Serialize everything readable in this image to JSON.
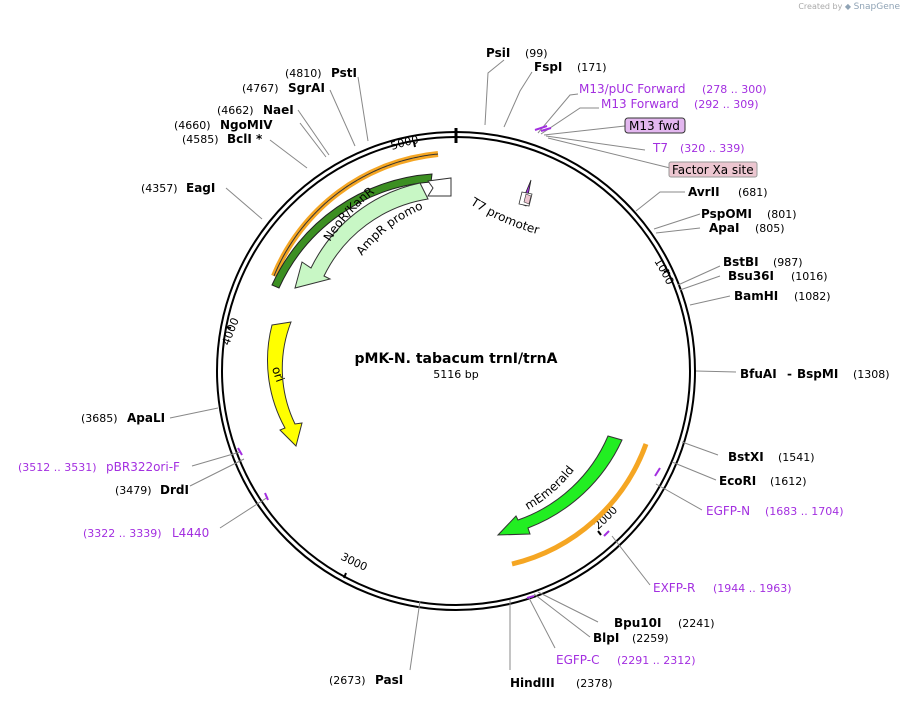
{
  "credit": {
    "prefix": "Created by",
    "brand": "SnapGene"
  },
  "plasmid": {
    "name": "pMK-N. tabacum trnI/trnA",
    "size": "5116 bp"
  },
  "ticks": [
    "1000",
    "2000",
    "3000",
    "4000",
    "5000"
  ],
  "colors": {
    "primer": "#a32fe0",
    "promoter": "#ffffff",
    "neo": "#c8f7c5",
    "ori": "#ffff00",
    "emerald": "#22ee22",
    "orange": "#f5a623",
    "box": "#e3b7ef",
    "xa": "#ecc6d0"
  },
  "enzymes": [
    {
      "name": "PsiI",
      "pos": "(99)"
    },
    {
      "name": "FspI",
      "pos": "(171)"
    },
    {
      "name": "AvrII",
      "pos": "(681)"
    },
    {
      "name": "PspOMI",
      "pos": "(801)"
    },
    {
      "name": "ApaI",
      "pos": "(805)"
    },
    {
      "name": "BstBI",
      "pos": "(987)"
    },
    {
      "name": "Bsu36I",
      "pos": "(1016)"
    },
    {
      "name": "BamHI",
      "pos": "(1082)"
    },
    {
      "name": "BfuAI",
      "pos": "(1308)"
    },
    {
      "name": "BspMI",
      "pos": ""
    },
    {
      "name": "BstXI",
      "pos": "(1541)"
    },
    {
      "name": "EcoRI",
      "pos": "(1612)"
    },
    {
      "name": "Bpu10I",
      "pos": "(2241)"
    },
    {
      "name": "BlpI",
      "pos": "(2259)"
    },
    {
      "name": "HindIII",
      "pos": "(2378)"
    },
    {
      "name": "PasI",
      "pos": "(2673)"
    },
    {
      "name": "DrdI",
      "pos": "(3479)"
    },
    {
      "name": "ApaLI",
      "pos": "(3685)"
    },
    {
      "name": "EagI",
      "pos": "(4357)"
    },
    {
      "name": "BclI *",
      "pos": "(4585)"
    },
    {
      "name": "NgoMIV",
      "pos": "(4660)"
    },
    {
      "name": "NaeI",
      "pos": "(4662)"
    },
    {
      "name": "SgrAI",
      "pos": "(4767)"
    },
    {
      "name": "PstI",
      "pos": "(4810)"
    }
  ],
  "primers": [
    {
      "name": "M13/pUC Forward",
      "pos": "(278 .. 300)"
    },
    {
      "name": "M13 Forward",
      "pos": "(292 .. 309)"
    },
    {
      "name": "T7",
      "pos": "(320 .. 339)"
    },
    {
      "name": "EGFP-N",
      "pos": "(1683 .. 1704)"
    },
    {
      "name": "EXFP-R",
      "pos": "(1944 .. 1963)"
    },
    {
      "name": "EGFP-C",
      "pos": "(2291 .. 2312)"
    },
    {
      "name": "L4440",
      "pos": "(3322 .. 3339)"
    },
    {
      "name": "pBR322ori-F",
      "pos": "(3512 .. 3531)"
    }
  ],
  "boxes": {
    "m13fwd": "M13 fwd",
    "xa": "Factor Xa site"
  },
  "features": {
    "t7": "T7 promoter",
    "neo": "NeoR/KanR",
    "ampr": "AmpR promoter",
    "ori": "ori",
    "emerald": "mEmerald"
  },
  "bspmi_sep": "-"
}
